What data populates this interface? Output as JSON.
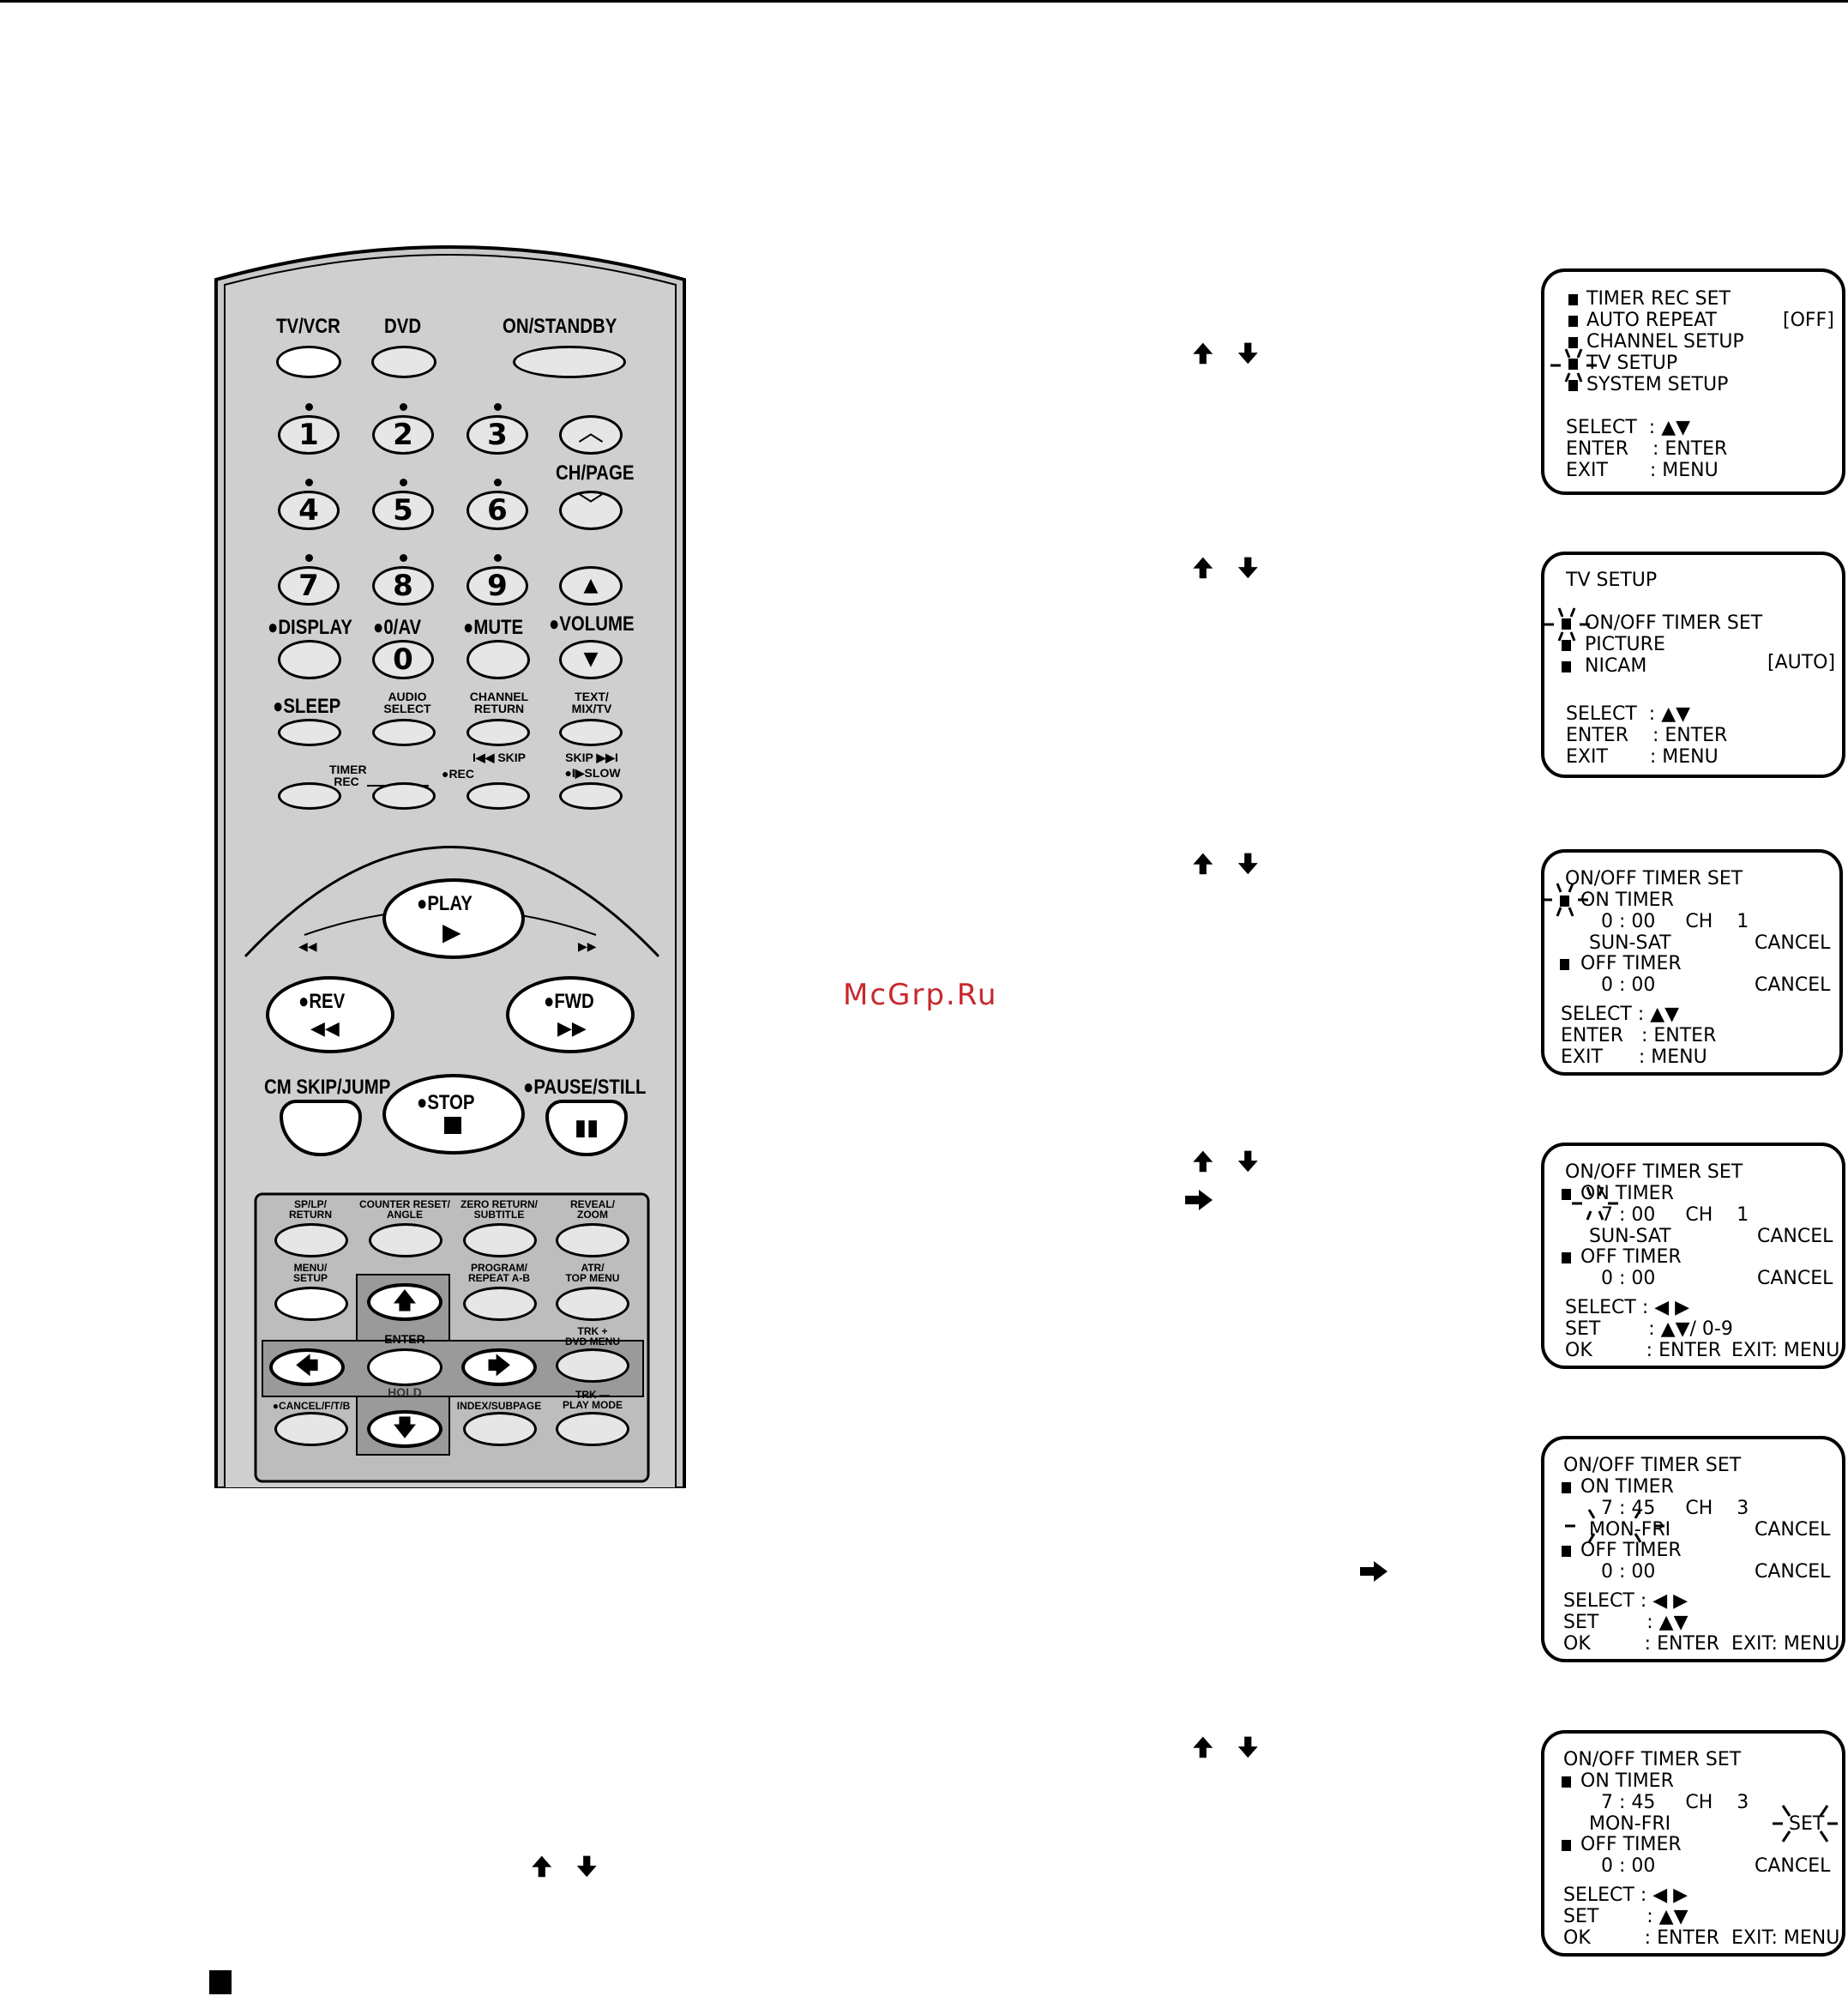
{
  "watermark": "McGrp.Ru",
  "remote": {
    "top_buttons": {
      "tvvcr": "TV/VCR",
      "dvd": "DVD",
      "standby": "ON/STANDBY"
    },
    "digits": [
      "1",
      "2",
      "3",
      "4",
      "5",
      "6",
      "7",
      "8",
      "9",
      "0"
    ],
    "ch_page": "CH/PAGE",
    "display": "●DISPLAY",
    "zero_av": "●0/AV",
    "mute": "●MUTE",
    "volume": "●VOLUME",
    "sleep": "●SLEEP",
    "audio_select": "●AUDIO\nSELECT",
    "audio_select_l1": "AUDIO",
    "audio_select_l2": "SELECT",
    "channel_return_l1": "CHANNEL",
    "channel_return_l2": "RETURN",
    "text_mix_l1": "TEXT/",
    "text_mix_l2": "MIX/TV",
    "skip_back": "I◀◀ SKIP",
    "skip_fwd": "SKIP ▶▶I",
    "slow": "●I▶SLOW",
    "timer_rec_l1": "TIMER",
    "timer_rec_l2": "REC",
    "rec": "●REC",
    "play": "●PLAY",
    "rev": "●REV",
    "fwd": "●FWD",
    "cm_skip": "CM SKIP/JUMP",
    "stop": "●STOP",
    "pause": "●PAUSE/STILL",
    "sp_lp_l1": "SP/LP/",
    "sp_lp_l2": "RETURN",
    "counter_l1": "COUNTER RESET/",
    "counter_l2": "ANGLE",
    "zero_ret_l1": "ZERO RETURN/",
    "zero_ret_l2": "SUBTITLE",
    "reveal_l1": "REVEAL/",
    "reveal_l2": "ZOOM",
    "menu_l1": "MENU/",
    "menu_l2": "SETUP",
    "program_l1": "PROGRAM/",
    "program_l2": "REPEAT A-B",
    "atr_l1": "ATR/",
    "atr_l2": "TOP MENU",
    "enter": "ENTER",
    "hold": "HOLD",
    "trk_plus_l1": "TRK +",
    "trk_plus_l2": "DVD MENU",
    "cancel": "●CANCEL/F/T/B",
    "index": "INDEX/SUBPAGE",
    "trk_minus_l1": "TRK —",
    "trk_minus_l2": "PLAY MODE"
  },
  "screens": {
    "s1": {
      "items": [
        "TIMER REC SET",
        "AUTO REPEAT",
        "CHANNEL SETUP",
        "TV SETUP",
        "SYSTEM SETUP"
      ],
      "auto_repeat_value": "[OFF]",
      "select": "SELECT  : ▲▼",
      "enter": "ENTER    : ENTER",
      "exit": "EXIT       : MENU"
    },
    "s2": {
      "title": "TV SETUP",
      "items": [
        "ON/OFF TIMER SET",
        "PICTURE",
        "NICAM"
      ],
      "nicam_value": "[AUTO]",
      "select": "SELECT  : ▲▼",
      "enter": "ENTER    : ENTER",
      "exit": "EXIT       : MENU"
    },
    "s3": {
      "title": "ON/OFF TIMER SET",
      "on_timer": "ON TIMER",
      "on_line": "0 : 00     CH    1",
      "days": "SUN-SAT",
      "cancel1": "CANCEL",
      "off_timer": "OFF TIMER",
      "off_time": "0 : 00",
      "cancel2": "CANCEL",
      "select": "SELECT : ▲▼",
      "enter": "ENTER   : ENTER",
      "exit": "EXIT      : MENU"
    },
    "s4": {
      "title": "ON/OFF TIMER SET",
      "on_timer": "ON TIMER",
      "on_line": "7 : 00     CH    1",
      "days": "SUN-SAT",
      "cancel1": "CANCEL",
      "off_timer": "OFF TIMER",
      "off_time": "0 : 00",
      "cancel2": "CANCEL",
      "select": "SELECT : ◀ ▶",
      "set": "SET        : ▲▼/ 0-9",
      "ok": "OK         : ENTER",
      "exit": "EXIT: MENU"
    },
    "s5": {
      "title": "ON/OFF TIMER SET",
      "on_timer": "ON TIMER",
      "on_line": "7 : 45     CH    3",
      "days": "MON-FRI",
      "cancel1": "CANCEL",
      "off_timer": "OFF TIMER",
      "off_time": "0 : 00",
      "cancel2": "CANCEL",
      "select": "SELECT : ◀ ▶",
      "set": "SET        : ▲▼",
      "ok": "OK         : ENTER",
      "exit": "EXIT: MENU"
    },
    "s6": {
      "title": "ON/OFF TIMER SET",
      "on_timer": "ON TIMER",
      "on_line": "7 : 45     CH    3",
      "days": "MON-FRI",
      "set_mark": "SET",
      "off_timer": "OFF TIMER",
      "off_time": "0 : 00",
      "cancel2": "CANCEL",
      "select": "SELECT : ◀ ▶",
      "set": "SET        : ▲▼",
      "ok": "OK         : ENTER",
      "exit": "EXIT: MENU"
    }
  }
}
